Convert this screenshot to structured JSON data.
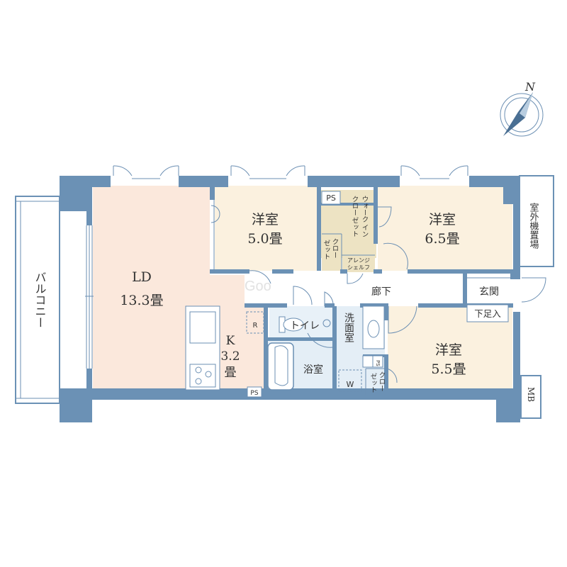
{
  "compass": {
    "label": "N"
  },
  "rooms": {
    "ld": {
      "name": "LD",
      "size": "13.3畳"
    },
    "kitchen": {
      "name": "K",
      "size": "3.2",
      "unit": "畳"
    },
    "western1": {
      "name": "洋室",
      "size": "5.0畳"
    },
    "western2": {
      "name": "洋室",
      "size": "6.5畳"
    },
    "western3": {
      "name": "洋室",
      "size": "5.5畳"
    },
    "balcony": {
      "name": "バルコニー"
    },
    "outdoor_unit": {
      "name": "室外機置場"
    },
    "walk_in_closet": {
      "name": "ウォークインクローゼット",
      "line1": "ウォーク",
      "line2": "イン",
      "line3": "クロー",
      "line4": "ゼット"
    },
    "closet1": {
      "line1": "クロー",
      "line2": "ゼット"
    },
    "closet2": {
      "line1": "クロー",
      "line2": "ゼット"
    },
    "arrange_shelf": {
      "line1": "アレンジ",
      "line2": "シェルフ"
    },
    "hallway": {
      "name": "廊下"
    },
    "entrance": {
      "name": "玄関"
    },
    "shoe_box": {
      "name": "下足入"
    },
    "toilet": {
      "name": "トイレ"
    },
    "washroom": {
      "name": "洗面室"
    },
    "bathroom": {
      "name": "浴室"
    },
    "mb": {
      "name": "MB"
    }
  },
  "labels": {
    "ps_top": "PS",
    "ps_kitchen": "PS",
    "ps_wash": "PS",
    "refrigerator": "R",
    "washer": "W"
  },
  "watermark": "Goo"
}
